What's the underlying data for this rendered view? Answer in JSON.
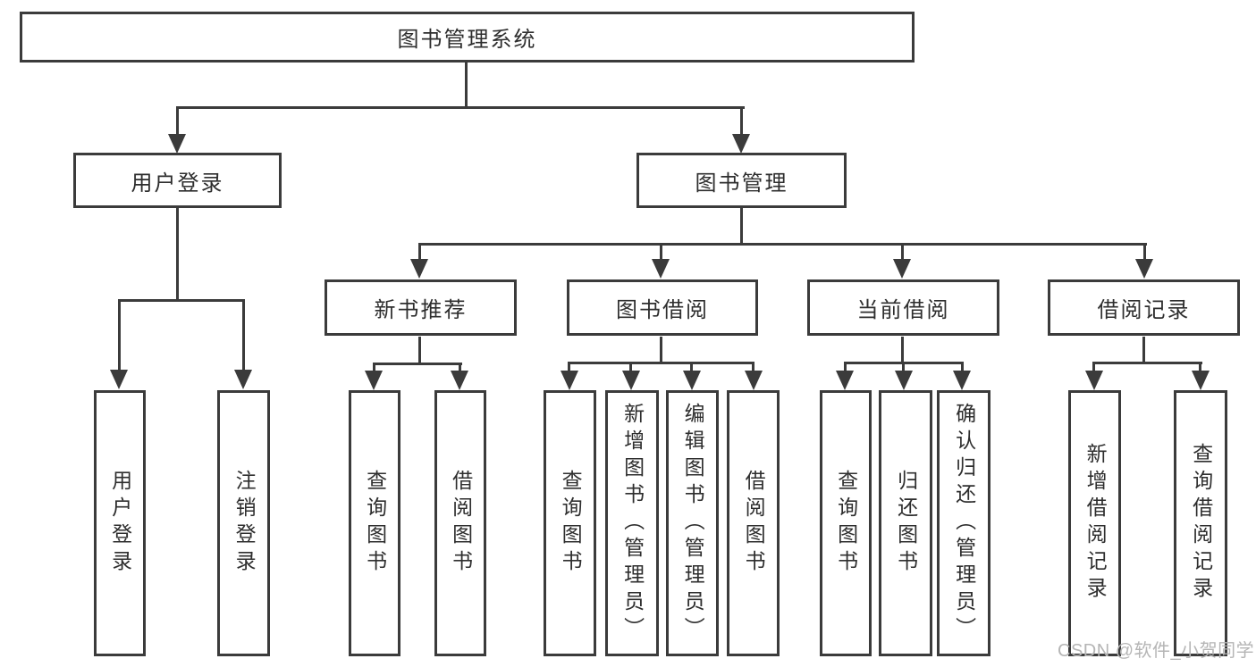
{
  "colors": {
    "line": "#3b3b3b",
    "text": "#2e2e2e",
    "watermark": "#b5b5b5",
    "background": "#ffffff"
  },
  "watermark": {
    "text": "CSDN @软件_小贺同学"
  },
  "tree": {
    "root": {
      "label": "图书管理系统"
    },
    "branches": [
      {
        "label": "用户登录",
        "children": [
          {
            "label": "用户登录"
          },
          {
            "label": "注销登录"
          }
        ]
      },
      {
        "label": "图书管理",
        "children": [
          {
            "label": "新书推荐",
            "children": [
              {
                "label": "查询图书"
              },
              {
                "label": "借阅图书"
              }
            ]
          },
          {
            "label": "图书借阅",
            "children": [
              {
                "label": "查询图书"
              },
              {
                "label": "新增图书（管理员）"
              },
              {
                "label": "编辑图书（管理员）"
              },
              {
                "label": "借阅图书"
              }
            ]
          },
          {
            "label": "当前借阅",
            "children": [
              {
                "label": "查询图书"
              },
              {
                "label": "归还图书"
              },
              {
                "label": "确认归还（管理员）"
              }
            ]
          },
          {
            "label": "借阅记录",
            "children": [
              {
                "label": "新增借阅记录"
              },
              {
                "label": "查询借阅记录"
              }
            ]
          }
        ]
      }
    ]
  }
}
